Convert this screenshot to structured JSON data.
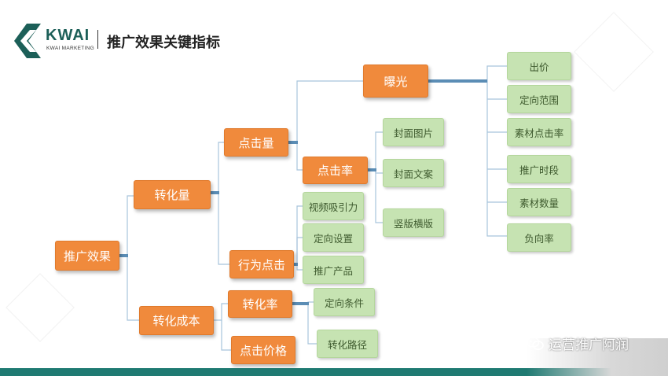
{
  "header": {
    "logo_text": "KWAI",
    "logo_sub": "KWAI MARKETING",
    "title": "推广效果关键指标"
  },
  "nodes": {
    "root": "推广效果",
    "conv_volume": "转化量",
    "conv_cost": "转化成本",
    "clicks": "点击量",
    "action_clicks": "行为点击",
    "conv_rate": "转化率",
    "click_price": "点击价格",
    "exposure": "曝光",
    "ctr": "点击率",
    "cover_image": "封面图片",
    "cover_text": "封面文案",
    "orientation": "竖版横版",
    "video_appeal": "视频吸引力",
    "targeting_settings": "定向设置",
    "promoted_product": "推广产品",
    "targeting_conditions": "定向条件",
    "conv_path": "转化路径",
    "bid": "出价",
    "targeting_range": "定向范围",
    "material_ctr": "素材点击率",
    "promo_period": "推广时段",
    "material_count": "素材数量",
    "negative_rate": "负向率"
  },
  "credit": {
    "text": "运营推广阿润",
    "icon": "wechat-icon"
  },
  "colors": {
    "orange": "#f08a3c",
    "green": "#c6e3b2",
    "connector": "#5b8db5",
    "brand": "#1c5f58"
  }
}
